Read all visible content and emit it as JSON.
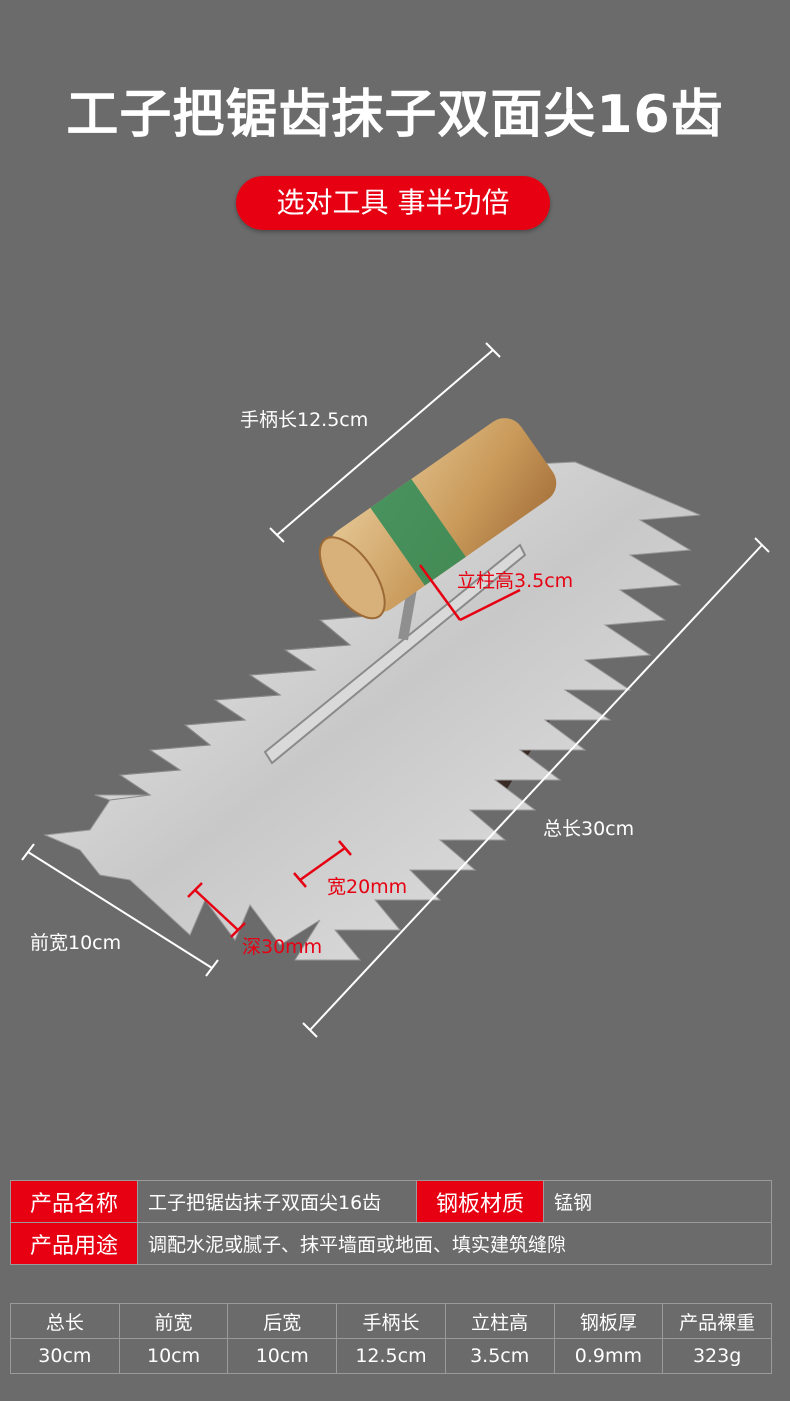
{
  "title": "工子把锯齿抹子双面尖16齿",
  "slogan": "选对工具 事半功倍",
  "dimensions": {
    "handle_length": "手柄长12.5cm",
    "post_height": "立柱高3.5cm",
    "total_length": "总长30cm",
    "tooth_width": "宽20mm",
    "front_width": "前宽10cm",
    "tooth_depth": "深30mm"
  },
  "info": {
    "name_key": "产品名称",
    "name_value": "工子把锯齿抹子双面尖16齿",
    "material_key": "钢板材质",
    "material_value": "锰钢",
    "use_key": "产品用途",
    "use_value": "调配水泥或腻子、抹平墙面或地面、填实建筑缝隙"
  },
  "specs": {
    "headers": [
      "总长",
      "前宽",
      "后宽",
      "手柄长",
      "立柱高",
      "钢板厚",
      "产品裸重"
    ],
    "values": [
      "30cm",
      "10cm",
      "10cm",
      "12.5cm",
      "3.5cm",
      "0.9mm",
      "323g"
    ]
  },
  "colors": {
    "background": "#6b6b6b",
    "accent_red": "#e60012",
    "text": "#ffffff"
  }
}
